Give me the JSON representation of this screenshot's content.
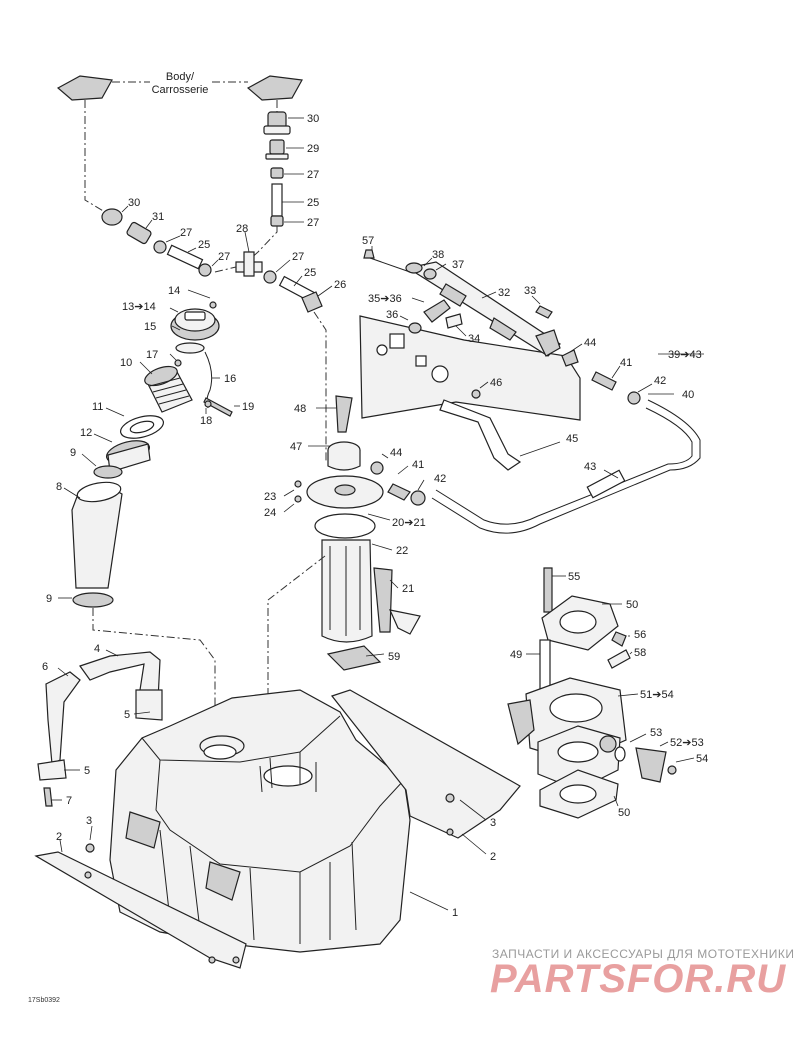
{
  "diagram": {
    "header": {
      "line1": "Body/",
      "line2": "Carrosserie"
    },
    "figure_code": "17Sb0392",
    "watermark": {
      "top": "ЗАПЧАСТИ И АКСЕССУАРЫ ДЛЯ МОТОТЕХНИКИ",
      "logo": "PARTSFOR.RU"
    },
    "callouts": {
      "c30a": "30",
      "c29": "29",
      "c27a": "27",
      "c25a": "25",
      "c27b": "27",
      "c30b": "30",
      "c31": "31",
      "c27c": "27",
      "c25b": "25",
      "c27d": "27",
      "c28": "28",
      "c27e": "27",
      "c25c": "25",
      "c26": "26",
      "c57": "57",
      "c38": "38",
      "c37": "37",
      "c32": "32",
      "c33": "33",
      "c35_36": "35➔36",
      "c36": "36",
      "c34": "34",
      "c44a": "44",
      "c41a": "41",
      "c39_43": "39➔43",
      "c42a": "42",
      "c40": "40",
      "c46": "46",
      "c45": "45",
      "c43": "43",
      "c14": "14",
      "c13_14": "13➔14",
      "c15": "15",
      "c17": "17",
      "c16": "16",
      "c10": "10",
      "c19": "19",
      "c18": "18",
      "c11": "11",
      "c12": "12",
      "c9a": "9",
      "c8": "8",
      "c9b": "9",
      "c48": "48",
      "c47": "47",
      "c44b": "44",
      "c41b": "41",
      "c42b": "42",
      "c23": "23",
      "c24": "24",
      "c20_21": "20➔21",
      "c22": "22",
      "c21": "21",
      "c59": "59",
      "c55": "55",
      "c50a": "50",
      "c56": "56",
      "c49": "49",
      "c58": "58",
      "c51_54": "51➔54",
      "c53": "53",
      "c52_53": "52➔53",
      "c54": "54",
      "c50b": "50",
      "c4": "4",
      "c6": "6",
      "c5a": "5",
      "c5b": "5",
      "c7": "7",
      "c3a": "3",
      "c2a": "2",
      "c3b": "3",
      "c2b": "2",
      "c1": "1"
    }
  }
}
